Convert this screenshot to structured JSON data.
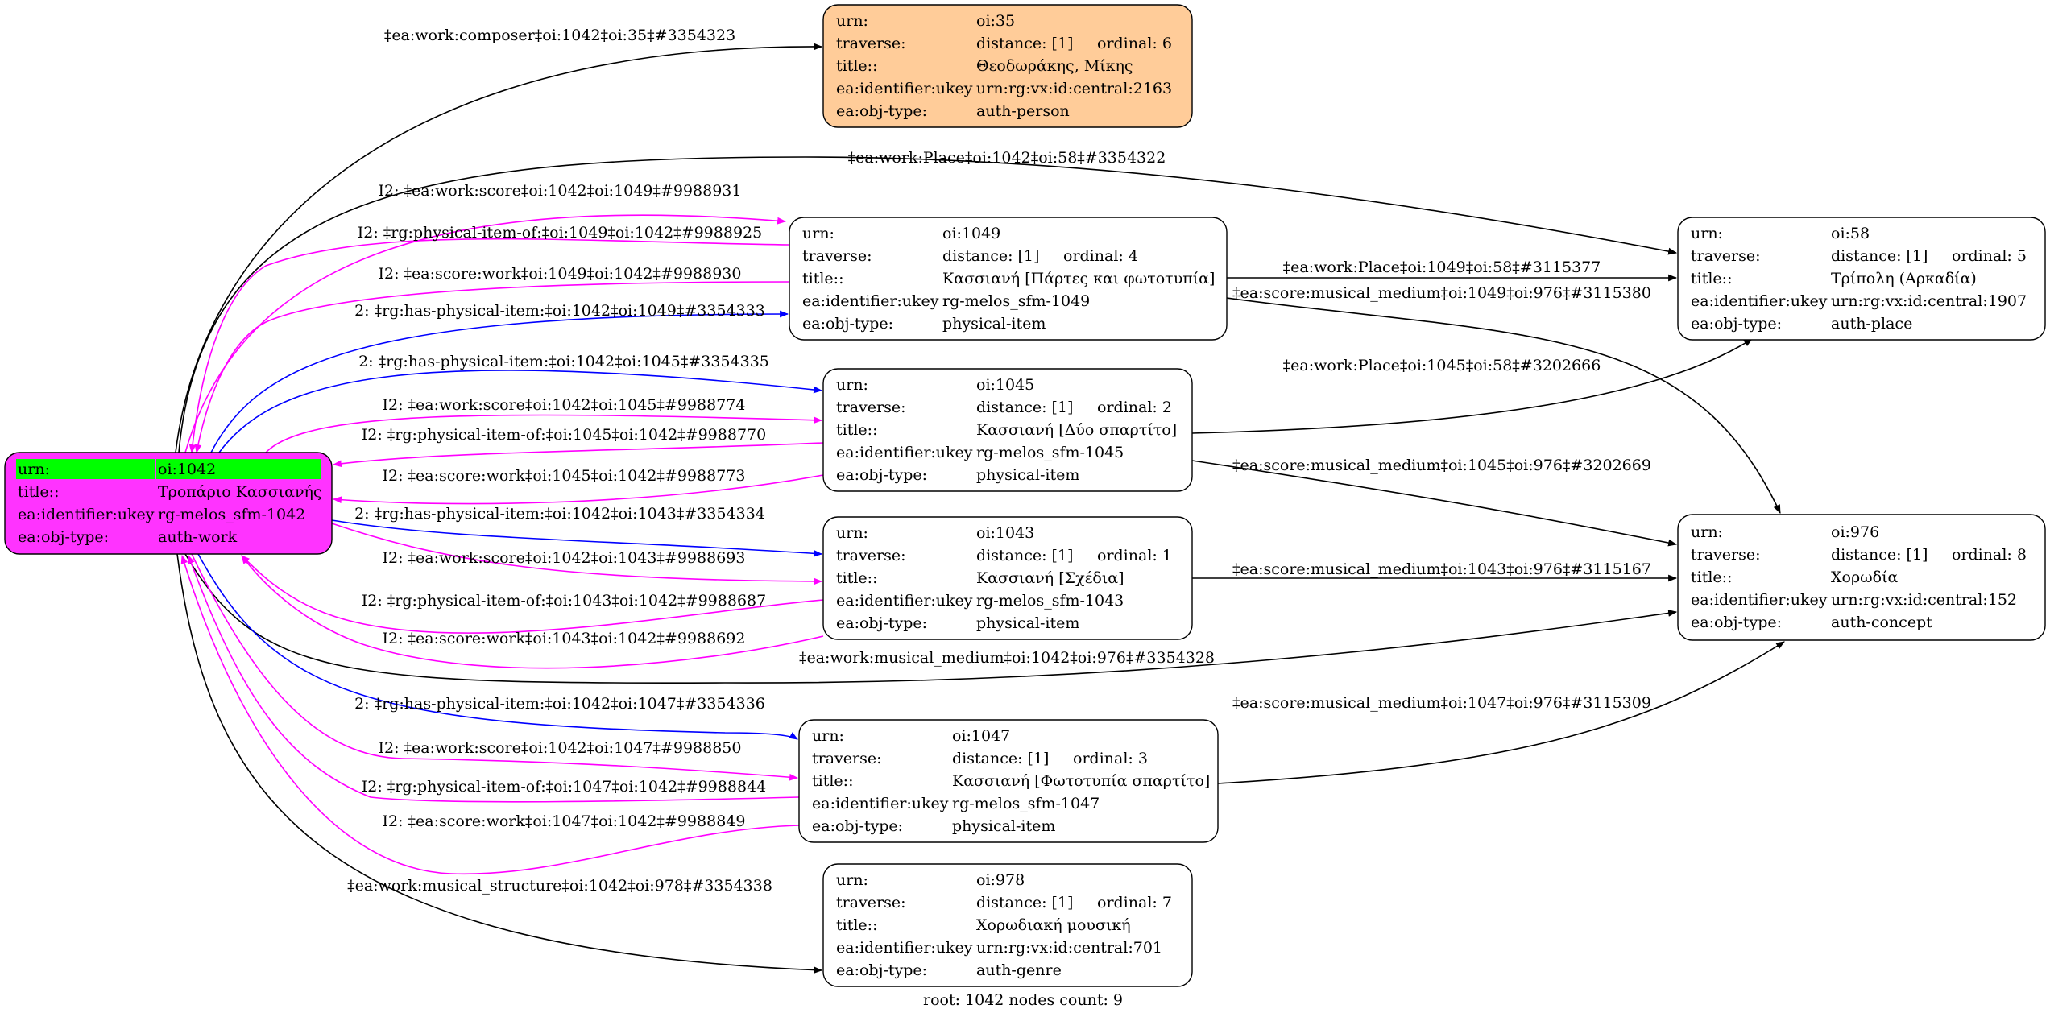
{
  "graph": {
    "footer": "root: 1042 nodes count: 9",
    "colors": {
      "root_fill": "#ff33ff",
      "root_highlight": "#00ff00",
      "person_fill": "#ffcc99",
      "default_fill": "#ffffff",
      "edge_default": "#000000",
      "edge_inverse": "#ff00ff",
      "edge_physical": "#0000ff"
    },
    "nodes": [
      {
        "id": "oi:1042",
        "kind": "root",
        "rows": [
          {
            "key": "urn:",
            "value": "oi:1042"
          },
          {
            "key": "title::",
            "value": "Τροπάριο Κασσιανής"
          },
          {
            "key": "ea:identifier:ukey",
            "value": "rg-melos_sfm-1042"
          },
          {
            "key": "ea:obj-type:",
            "value": "auth-work"
          }
        ]
      },
      {
        "id": "oi:35",
        "kind": "person",
        "rows": [
          {
            "key": "urn:",
            "value": "oi:35"
          },
          {
            "key": "traverse:",
            "value": "distance: [1]",
            "extra": "ordinal: 6"
          },
          {
            "key": "title::",
            "value": "Θεοδωράκης, Μίκης"
          },
          {
            "key": "ea:identifier:ukey",
            "value": "urn:rg:vx:id:central:2163"
          },
          {
            "key": "ea:obj-type:",
            "value": "auth-person"
          }
        ]
      },
      {
        "id": "oi:1049",
        "kind": "default",
        "rows": [
          {
            "key": "urn:",
            "value": "oi:1049"
          },
          {
            "key": "traverse:",
            "value": "distance: [1]",
            "extra": "ordinal: 4"
          },
          {
            "key": "title::",
            "value": "Κασσιανή  [Πάρτες και φωτοτυπία]"
          },
          {
            "key": "ea:identifier:ukey",
            "value": "rg-melos_sfm-1049"
          },
          {
            "key": "ea:obj-type:",
            "value": "physical-item"
          }
        ]
      },
      {
        "id": "oi:1045",
        "kind": "default",
        "rows": [
          {
            "key": "urn:",
            "value": "oi:1045"
          },
          {
            "key": "traverse:",
            "value": "distance: [1]",
            "extra": "ordinal: 2"
          },
          {
            "key": "title::",
            "value": "Κασσιανή [Δύο σπαρτίτο]"
          },
          {
            "key": "ea:identifier:ukey",
            "value": "rg-melos_sfm-1045"
          },
          {
            "key": "ea:obj-type:",
            "value": "physical-item"
          }
        ]
      },
      {
        "id": "oi:1043",
        "kind": "default",
        "rows": [
          {
            "key": "urn:",
            "value": "oi:1043"
          },
          {
            "key": "traverse:",
            "value": "distance: [1]",
            "extra": "ordinal: 1"
          },
          {
            "key": "title::",
            "value": "Κασσιανή [Σχέδια]"
          },
          {
            "key": "ea:identifier:ukey",
            "value": "rg-melos_sfm-1043"
          },
          {
            "key": "ea:obj-type:",
            "value": "physical-item"
          }
        ]
      },
      {
        "id": "oi:1047",
        "kind": "default",
        "rows": [
          {
            "key": "urn:",
            "value": "oi:1047"
          },
          {
            "key": "traverse:",
            "value": "distance: [1]",
            "extra": "ordinal: 3"
          },
          {
            "key": "title::",
            "value": "Κασσιανή [Φωτοτυπία σπαρτίτο]"
          },
          {
            "key": "ea:identifier:ukey",
            "value": "rg-melos_sfm-1047"
          },
          {
            "key": "ea:obj-type:",
            "value": "physical-item"
          }
        ]
      },
      {
        "id": "oi:978",
        "kind": "default",
        "rows": [
          {
            "key": "urn:",
            "value": "oi:978"
          },
          {
            "key": "traverse:",
            "value": "distance: [1]",
            "extra": "ordinal: 7"
          },
          {
            "key": "title::",
            "value": "Χορωδιακή μουσική"
          },
          {
            "key": "ea:identifier:ukey",
            "value": "urn:rg:vx:id:central:701"
          },
          {
            "key": "ea:obj-type:",
            "value": "auth-genre"
          }
        ]
      },
      {
        "id": "oi:58",
        "kind": "default",
        "rows": [
          {
            "key": "urn:",
            "value": "oi:58"
          },
          {
            "key": "traverse:",
            "value": "distance: [1]",
            "extra": "ordinal: 5"
          },
          {
            "key": "title::",
            "value": "Τρίπολη (Αρκαδία)"
          },
          {
            "key": "ea:identifier:ukey",
            "value": "urn:rg:vx:id:central:1907"
          },
          {
            "key": "ea:obj-type:",
            "value": "auth-place"
          }
        ]
      },
      {
        "id": "oi:976",
        "kind": "default",
        "rows": [
          {
            "key": "urn:",
            "value": "oi:976"
          },
          {
            "key": "traverse:",
            "value": "distance: [1]",
            "extra": "ordinal: 8"
          },
          {
            "key": "title::",
            "value": "Χορωδία"
          },
          {
            "key": "ea:identifier:ukey",
            "value": "urn:rg:vx:id:central:152"
          },
          {
            "key": "ea:obj-type:",
            "value": "auth-concept"
          }
        ]
      }
    ],
    "edges": [
      {
        "from": "oi:1042",
        "to": "oi:35",
        "type": "default",
        "label": "‡ea:work:composer‡oi:1042‡oi:35‡#3354323"
      },
      {
        "from": "oi:1042",
        "to": "oi:58",
        "type": "default",
        "label": "‡ea:work:Place‡oi:1042‡oi:58‡#3354322"
      },
      {
        "from": "oi:1042",
        "to": "oi:1049",
        "type": "inverse",
        "label": "I2: ‡ea:work:score‡oi:1042‡oi:1049‡#9988931"
      },
      {
        "from": "oi:1049",
        "to": "oi:1042",
        "type": "inverse",
        "label": "I2: ‡rg:physical-item-of:‡oi:1049‡oi:1042‡#9988925"
      },
      {
        "from": "oi:1049",
        "to": "oi:1042",
        "type": "inverse",
        "label": "I2: ‡ea:score:work‡oi:1049‡oi:1042‡#9988930"
      },
      {
        "from": "oi:1042",
        "to": "oi:1049",
        "type": "physical",
        "label": "2: ‡rg:has-physical-item:‡oi:1042‡oi:1049‡#3354333"
      },
      {
        "from": "oi:1042",
        "to": "oi:1045",
        "type": "physical",
        "label": "2: ‡rg:has-physical-item:‡oi:1042‡oi:1045‡#3354335"
      },
      {
        "from": "oi:1042",
        "to": "oi:1045",
        "type": "inverse",
        "label": "I2: ‡ea:work:score‡oi:1042‡oi:1045‡#9988774"
      },
      {
        "from": "oi:1045",
        "to": "oi:1042",
        "type": "inverse",
        "label": "I2: ‡rg:physical-item-of:‡oi:1045‡oi:1042‡#9988770"
      },
      {
        "from": "oi:1045",
        "to": "oi:1042",
        "type": "inverse",
        "label": "I2: ‡ea:score:work‡oi:1045‡oi:1042‡#9988773"
      },
      {
        "from": "oi:1042",
        "to": "oi:1043",
        "type": "physical",
        "label": "2: ‡rg:has-physical-item:‡oi:1042‡oi:1043‡#3354334"
      },
      {
        "from": "oi:1042",
        "to": "oi:1043",
        "type": "inverse",
        "label": "I2: ‡ea:work:score‡oi:1042‡oi:1043‡#9988693"
      },
      {
        "from": "oi:1043",
        "to": "oi:1042",
        "type": "inverse",
        "label": "I2: ‡rg:physical-item-of:‡oi:1043‡oi:1042‡#9988687"
      },
      {
        "from": "oi:1043",
        "to": "oi:1042",
        "type": "inverse",
        "label": "I2: ‡ea:score:work‡oi:1043‡oi:1042‡#9988692"
      },
      {
        "from": "oi:1042",
        "to": "oi:976",
        "type": "default",
        "label": "‡ea:work:musical_medium‡oi:1042‡oi:976‡#3354328"
      },
      {
        "from": "oi:1042",
        "to": "oi:1047",
        "type": "physical",
        "label": "2: ‡rg:has-physical-item:‡oi:1042‡oi:1047‡#3354336"
      },
      {
        "from": "oi:1042",
        "to": "oi:1047",
        "type": "inverse",
        "label": "I2: ‡ea:work:score‡oi:1042‡oi:1047‡#9988850"
      },
      {
        "from": "oi:1047",
        "to": "oi:1042",
        "type": "inverse",
        "label": "I2: ‡rg:physical-item-of:‡oi:1047‡oi:1042‡#9988844"
      },
      {
        "from": "oi:1047",
        "to": "oi:1042",
        "type": "inverse",
        "label": "I2: ‡ea:score:work‡oi:1047‡oi:1042‡#9988849"
      },
      {
        "from": "oi:1042",
        "to": "oi:978",
        "type": "default",
        "label": "‡ea:work:musical_structure‡oi:1042‡oi:978‡#3354338"
      },
      {
        "from": "oi:1049",
        "to": "oi:58",
        "type": "default",
        "label": "‡ea:work:Place‡oi:1049‡oi:58‡#3115377"
      },
      {
        "from": "oi:1049",
        "to": "oi:976",
        "type": "default",
        "label": "‡ea:score:musical_medium‡oi:1049‡oi:976‡#3115380"
      },
      {
        "from": "oi:1045",
        "to": "oi:58",
        "type": "default",
        "label": "‡ea:work:Place‡oi:1045‡oi:58‡#3202666"
      },
      {
        "from": "oi:1045",
        "to": "oi:976",
        "type": "default",
        "label": "‡ea:score:musical_medium‡oi:1045‡oi:976‡#3202669"
      },
      {
        "from": "oi:1043",
        "to": "oi:976",
        "type": "default",
        "label": "‡ea:score:musical_medium‡oi:1043‡oi:976‡#3115167"
      },
      {
        "from": "oi:1047",
        "to": "oi:976",
        "type": "default",
        "label": "‡ea:score:musical_medium‡oi:1047‡oi:976‡#3115309"
      }
    ]
  }
}
